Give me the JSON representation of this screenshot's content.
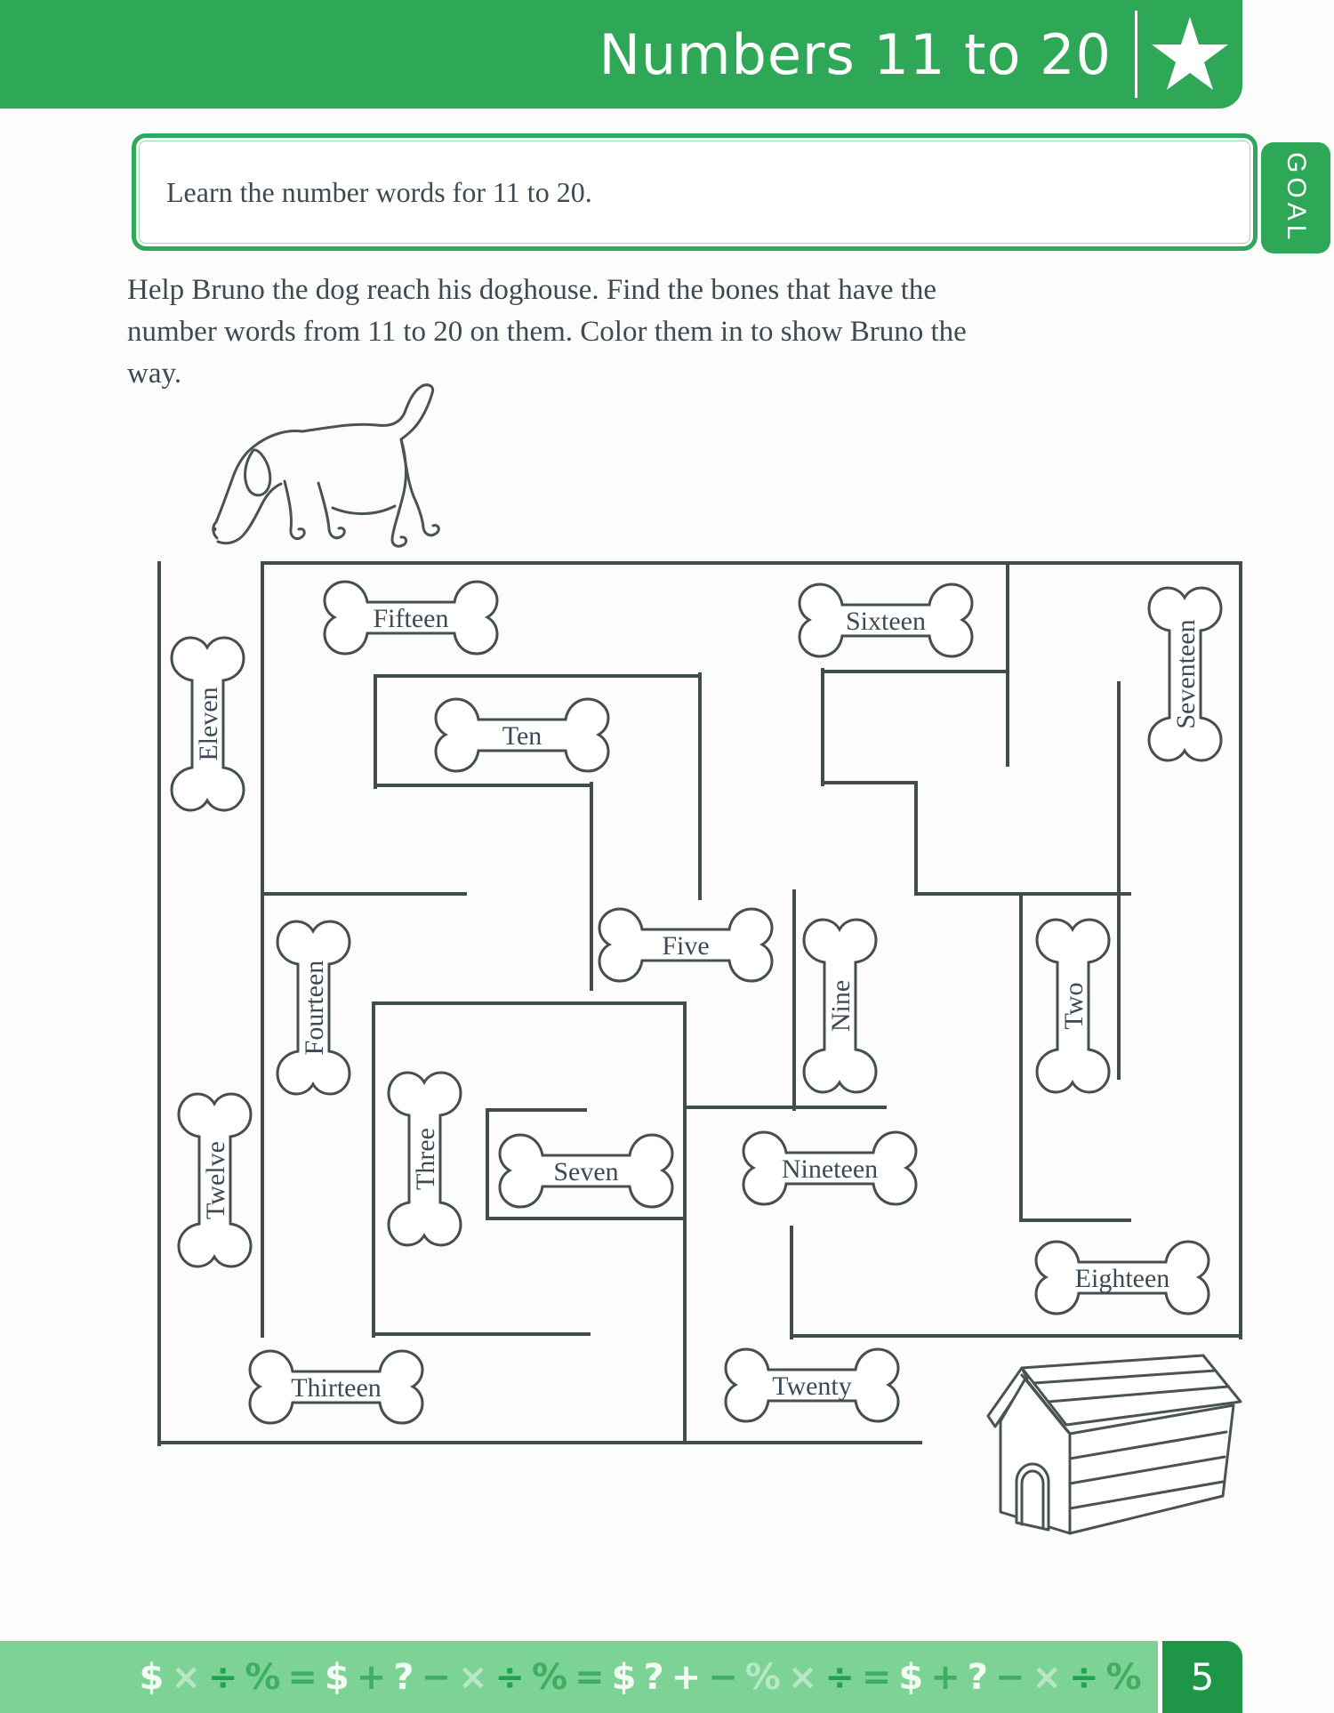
{
  "header": {
    "title": "Numbers 11 to 20",
    "icon": "star"
  },
  "goal_tab": {
    "label": "GOAL"
  },
  "goal_box": {
    "text": "Learn the number words for 11 to 20."
  },
  "instructions": {
    "text": "Help Bruno the dog reach his doghouse. Find the bones that have the number words from 11 to 20 on them. Color them in to show Bruno the way."
  },
  "maze": {
    "bones": [
      {
        "label": "Eleven",
        "orientation": "vertical",
        "target": true
      },
      {
        "label": "Twelve",
        "orientation": "vertical",
        "target": true
      },
      {
        "label": "Thirteen",
        "orientation": "horizontal",
        "target": true
      },
      {
        "label": "Fourteen",
        "orientation": "vertical",
        "target": true
      },
      {
        "label": "Fifteen",
        "orientation": "horizontal",
        "target": true
      },
      {
        "label": "Sixteen",
        "orientation": "horizontal",
        "target": true
      },
      {
        "label": "Seventeen",
        "orientation": "vertical",
        "target": true
      },
      {
        "label": "Eighteen",
        "orientation": "horizontal",
        "target": true
      },
      {
        "label": "Nineteen",
        "orientation": "horizontal",
        "target": true
      },
      {
        "label": "Twenty",
        "orientation": "horizontal",
        "target": true
      },
      {
        "label": "Ten",
        "orientation": "horizontal",
        "target": false
      },
      {
        "label": "Five",
        "orientation": "horizontal",
        "target": false
      },
      {
        "label": "Nine",
        "orientation": "vertical",
        "target": false
      },
      {
        "label": "Two",
        "orientation": "vertical",
        "target": false
      },
      {
        "label": "Three",
        "orientation": "vertical",
        "target": false
      },
      {
        "label": "Seven",
        "orientation": "horizontal",
        "target": false
      }
    ]
  },
  "footer": {
    "page_number": "5",
    "symbols": [
      {
        "ch": "$",
        "tone": "white"
      },
      {
        "ch": "×",
        "tone": "pale"
      },
      {
        "ch": "÷",
        "tone": "dark"
      },
      {
        "ch": "%",
        "tone": "mid"
      },
      {
        "ch": "=",
        "tone": "mid"
      },
      {
        "ch": "$",
        "tone": "white"
      },
      {
        "ch": "+",
        "tone": "mid"
      },
      {
        "ch": "?",
        "tone": "white"
      },
      {
        "ch": "−",
        "tone": "mid"
      },
      {
        "ch": "×",
        "tone": "pale"
      },
      {
        "ch": "÷",
        "tone": "dark"
      },
      {
        "ch": "%",
        "tone": "mid"
      },
      {
        "ch": "=",
        "tone": "mid"
      },
      {
        "ch": "$",
        "tone": "white"
      },
      {
        "ch": "?",
        "tone": "white"
      },
      {
        "ch": "+",
        "tone": "white"
      },
      {
        "ch": "−",
        "tone": "mid"
      },
      {
        "ch": "%",
        "tone": "pale"
      },
      {
        "ch": "×",
        "tone": "pale"
      },
      {
        "ch": "÷",
        "tone": "dark"
      },
      {
        "ch": "=",
        "tone": "mid"
      },
      {
        "ch": "$",
        "tone": "white"
      },
      {
        "ch": "+",
        "tone": "mid"
      },
      {
        "ch": "?",
        "tone": "white"
      },
      {
        "ch": "−",
        "tone": "mid"
      },
      {
        "ch": "×",
        "tone": "pale"
      },
      {
        "ch": "÷",
        "tone": "dark"
      },
      {
        "ch": "%",
        "tone": "mid"
      }
    ]
  }
}
